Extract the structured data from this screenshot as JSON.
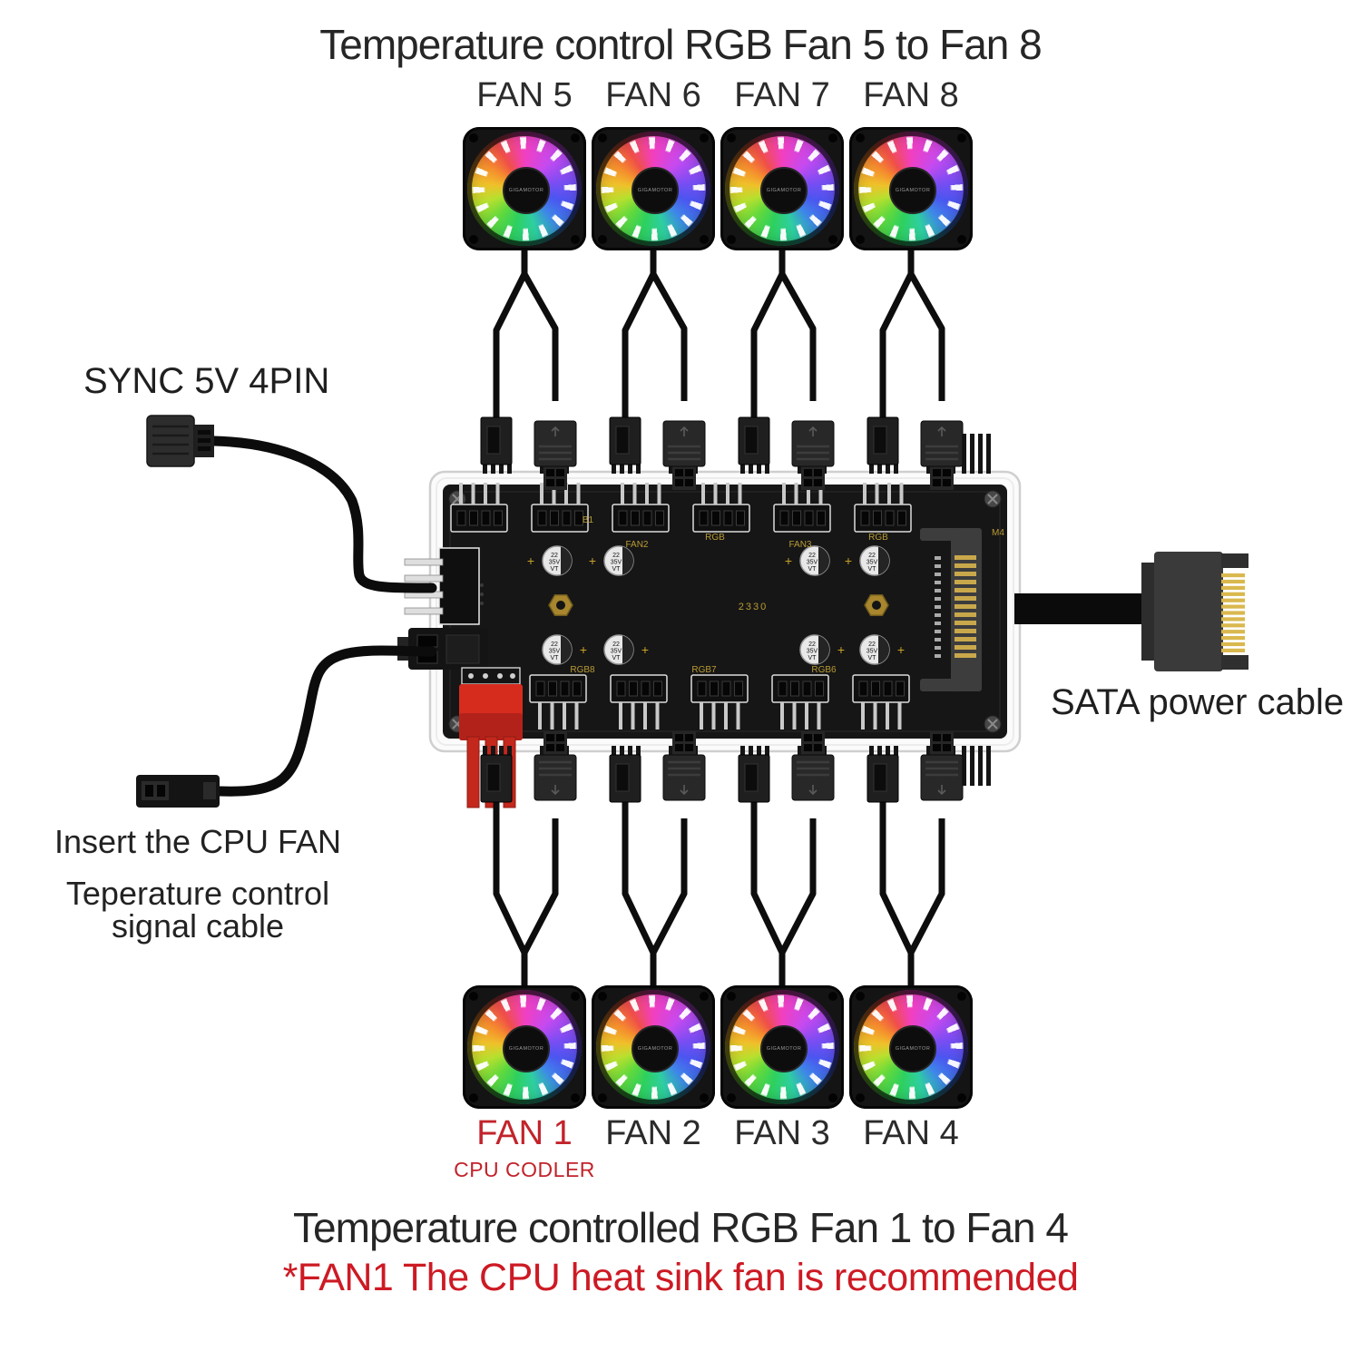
{
  "titles": {
    "top": "Temperature control RGB Fan 5 to Fan 8",
    "bottom": "Temperature controlled RGB Fan 1 to Fan 4",
    "note": "*FAN1 The CPU heat sink fan is recommended"
  },
  "callouts": {
    "sync": "SYNC 5V 4PIN",
    "sata": "SATA power cable",
    "cpu_line1": "Insert the CPU FAN",
    "cpu_line2": "Teperature control",
    "cpu_line3": "signal cable"
  },
  "fans": {
    "hub_brand": "GIGAMOTOR",
    "top": [
      {
        "label": "FAN 5"
      },
      {
        "label": "FAN 6"
      },
      {
        "label": "FAN 7"
      },
      {
        "label": "FAN 8"
      }
    ],
    "bottom": [
      {
        "label": "FAN 1",
        "sublabel": "CPU CODLER",
        "highlight": true
      },
      {
        "label": "FAN 2"
      },
      {
        "label": "FAN 3"
      },
      {
        "label": "FAN 4"
      }
    ]
  },
  "hub": {
    "cap_line1": "22",
    "cap_line2": "35V",
    "cap_line3": "VT",
    "plus": "+",
    "pcb_code": "2330",
    "labels_top": [
      "B1",
      "FAN2",
      "RGB",
      "FAN3",
      "RGB",
      "M4"
    ],
    "labels_bottom": [
      "RGB8",
      "RGB7",
      "RGB6"
    ]
  },
  "colors": {
    "accent_red": "#c2232b",
    "note_red": "#cd1a24",
    "text_dark": "#262626",
    "pcb_black": "#161616",
    "gold": "#b99b35",
    "led_gold": "#c9a84c"
  }
}
